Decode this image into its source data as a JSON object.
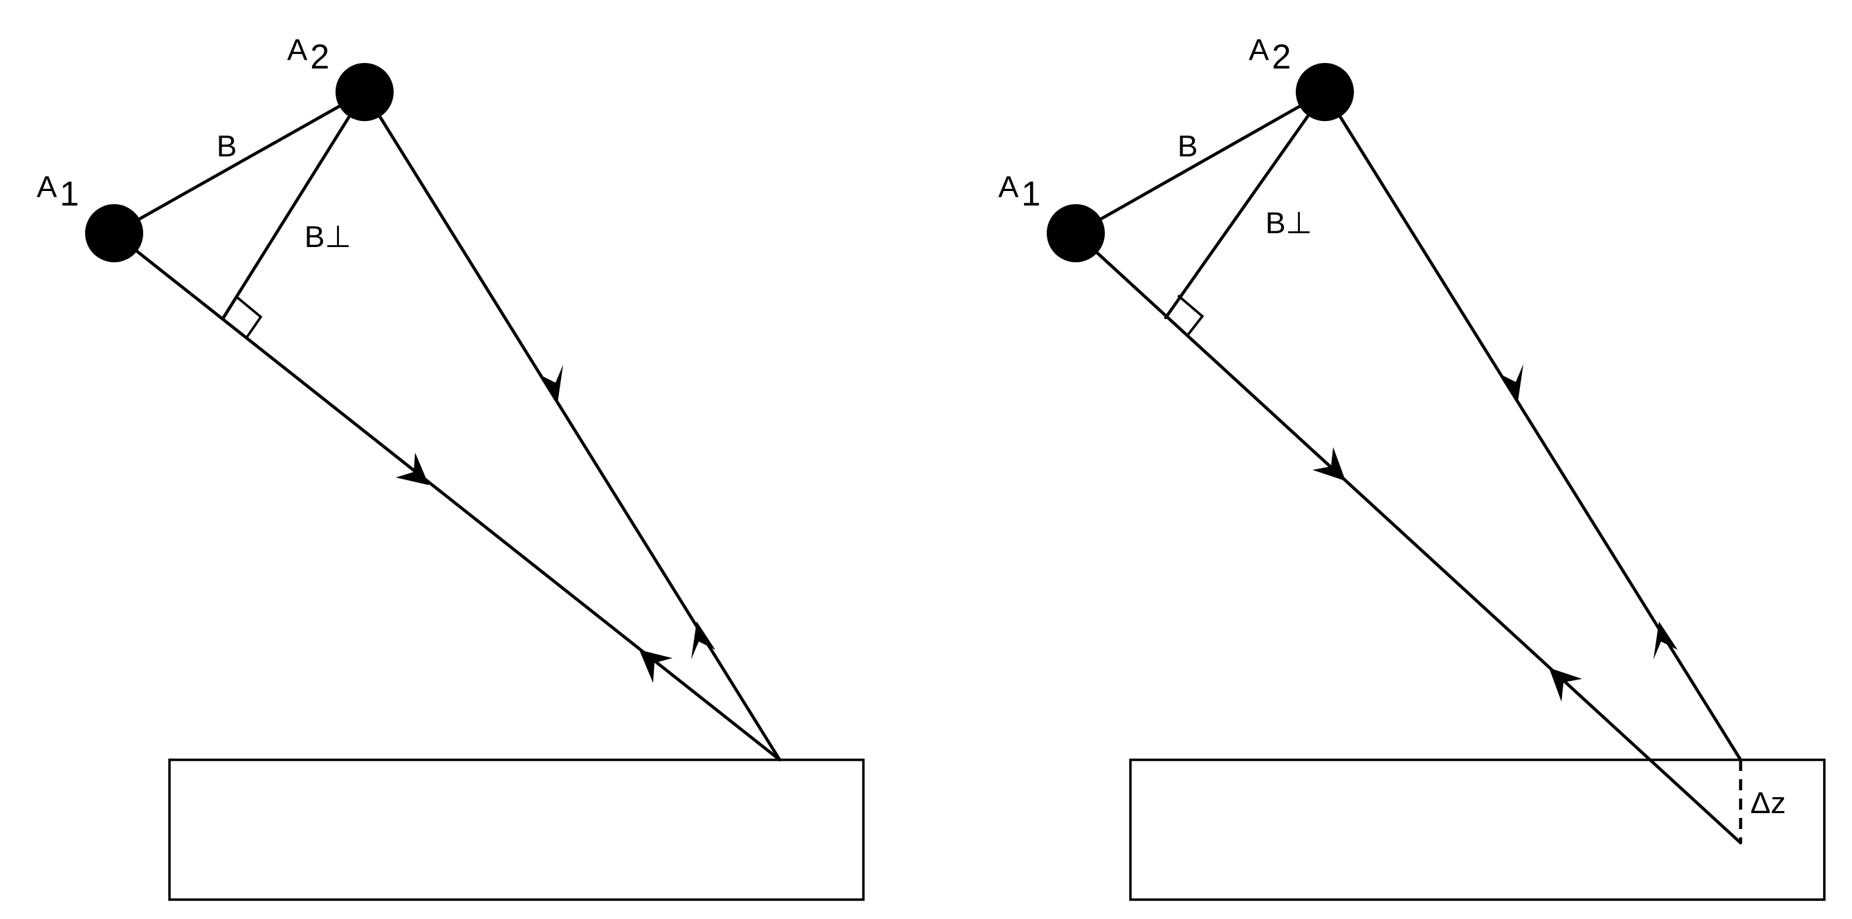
{
  "panels": [
    {
      "id": "left",
      "antenna_1": {
        "letter": "A",
        "subscript": "1"
      },
      "antenna_2": {
        "letter": "A",
        "subscript": "2"
      },
      "baseline_label": "B",
      "perp_baseline_label": "B⊥"
    },
    {
      "id": "right",
      "antenna_1": {
        "letter": "A",
        "subscript": "1"
      },
      "antenna_2": {
        "letter": "A",
        "subscript": "2"
      },
      "baseline_label": "B",
      "perp_baseline_label": "B⊥",
      "height_difference_label": "Δz"
    }
  ]
}
